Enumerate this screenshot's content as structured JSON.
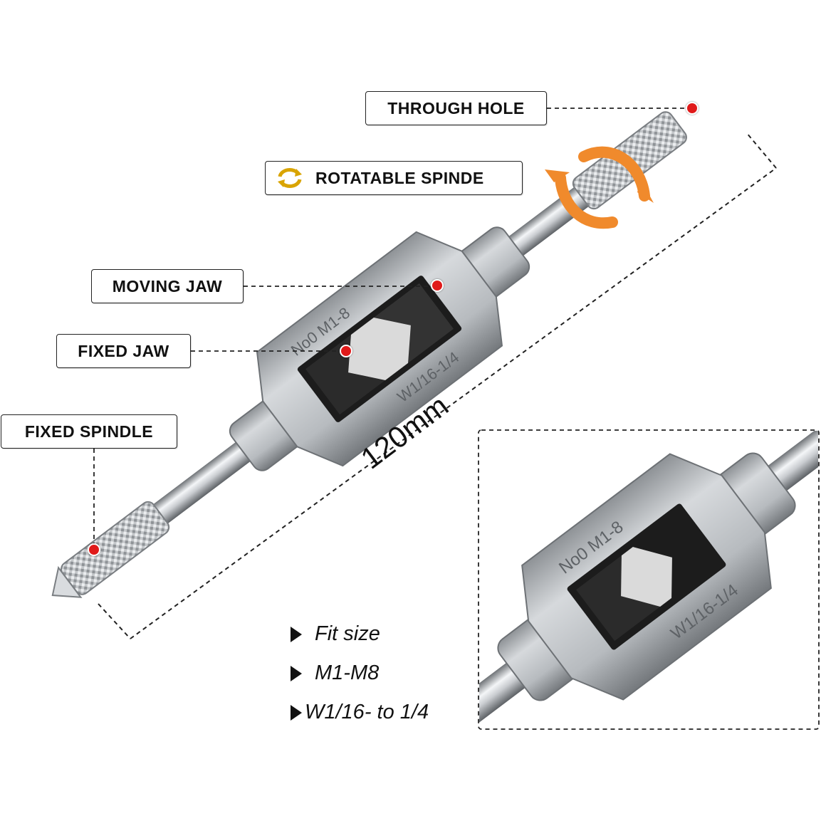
{
  "labels": {
    "through_hole": "THROUGH HOLE",
    "rotatable_spindle": "ROTATABLE SPINDE",
    "moving_jaw": "MOVING JAW",
    "fixed_jaw": "FIXED JAW",
    "fixed_spindle": "FIXED SPINDLE"
  },
  "dimension": "120mm",
  "engraving": {
    "top": "No0 M1-8",
    "bottom": "W1/16-1/4"
  },
  "fit_list": [
    "Fit size",
    "M1-M8",
    "W1/16- to 1/4"
  ],
  "colors": {
    "accent_dot": "#e01a1a",
    "arrow_orange": "#f08a2c",
    "metal": "#b8bcc0",
    "jaw": "#1a1a1a"
  }
}
